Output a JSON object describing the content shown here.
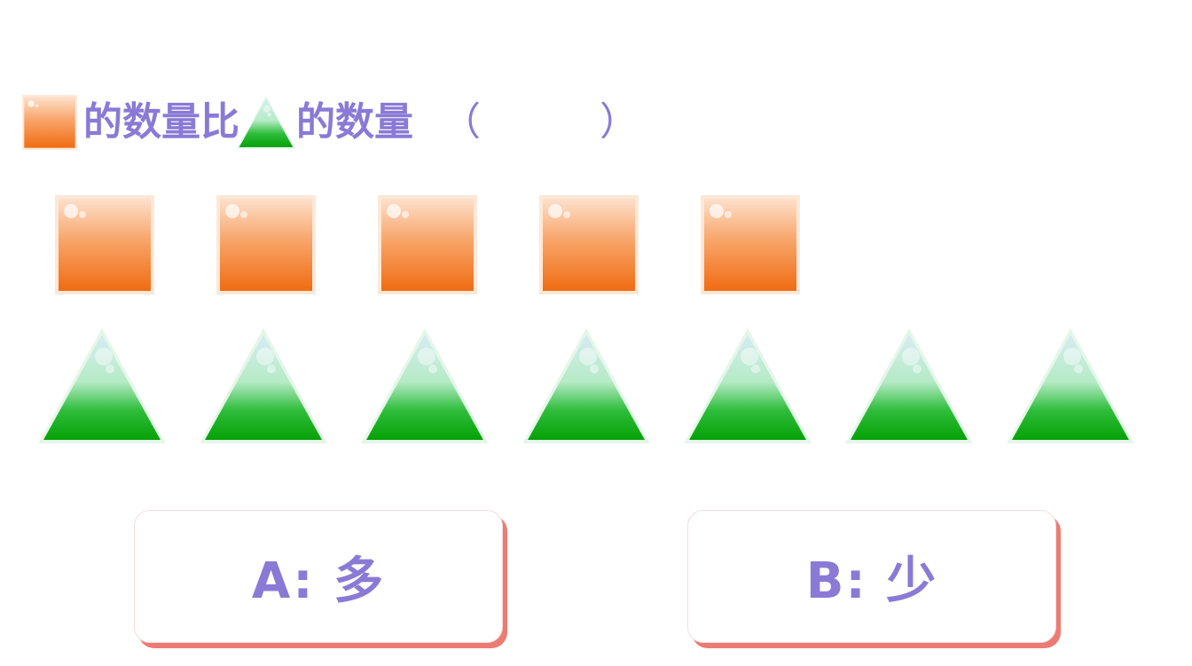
{
  "question": {
    "part1": "的数量比",
    "part2": "的数量",
    "paren_open": "（",
    "paren_close": "）"
  },
  "shapes": {
    "square_count": 5,
    "triangle_count": 7,
    "square_color": "#f47a25",
    "triangle_color": "#12b012"
  },
  "options": [
    {
      "label": "A: 多"
    },
    {
      "label": "B: 少"
    }
  ],
  "colors": {
    "text_accent": "#8a7ad6",
    "button_shadow": "#ec7b73"
  }
}
